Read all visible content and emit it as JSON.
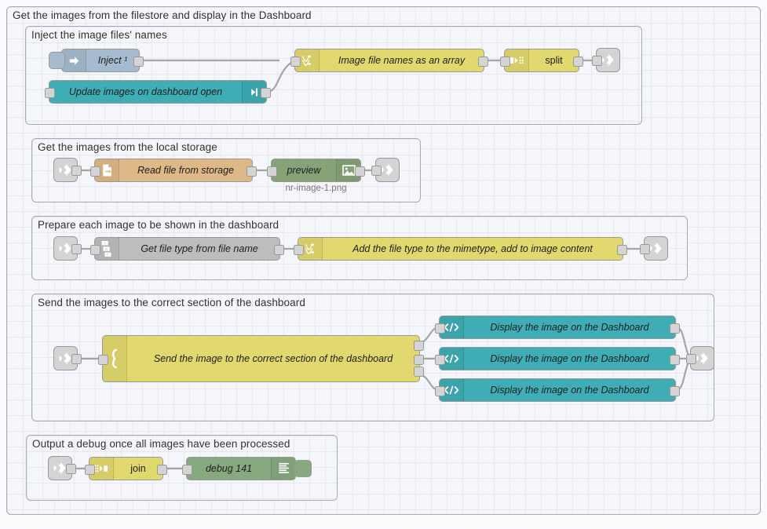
{
  "editor": {
    "app": "Node-RED flow editor",
    "canvas_name": "flow-canvas"
  },
  "groups": [
    {
      "id": "outer",
      "label": "Get the images from the filestore and display in the Dashboard"
    },
    {
      "id": "inject",
      "label": "Inject the image files' names"
    },
    {
      "id": "storage",
      "label": "Get the images from the local storage"
    },
    {
      "id": "prepare",
      "label": "Prepare each image to be shown in the dashboard"
    },
    {
      "id": "send",
      "label": "Send the images to the correct section of the dashboard"
    },
    {
      "id": "output",
      "label": "Output a debug once all images have been processed"
    }
  ],
  "nodes": {
    "inject_1": {
      "label": "Inject ¹",
      "icon": "inject-arrow-icon",
      "color": "#a6bbcf"
    },
    "ui_control": {
      "label": "Update images on dashboard open",
      "icon": "dashboard-arrow-icon",
      "color": "#3fadb5"
    },
    "fn_filenames": {
      "label": "Image file names as an array",
      "icon": "function-icon",
      "color": "#e2d96e"
    },
    "split": {
      "label": "split",
      "icon": "split-icon",
      "color": "#e2d96e"
    },
    "link_out_1": {
      "label": "",
      "icon": "link-out-icon",
      "color": "#d4d4d4"
    },
    "link_in_2": {
      "label": "",
      "icon": "link-in-icon",
      "color": "#d4d4d4"
    },
    "file_in": {
      "label": "Read file from storage",
      "icon": "file-icon",
      "color": "#deb887"
    },
    "preview": {
      "label": "preview",
      "icon": "image-preview-icon",
      "color": "#86a377",
      "sublabel": "nr-image-1.png"
    },
    "link_out_2": {
      "label": "",
      "icon": "link-out-icon",
      "color": "#d4d4d4"
    },
    "link_in_3": {
      "label": "",
      "icon": "link-in-icon",
      "color": "#d4d4d4"
    },
    "change": {
      "label": "Get file type from file name",
      "icon": "change-abc-icon",
      "color": "#bdbdbd"
    },
    "fn_mimetype": {
      "label": "Add the file type to the mimetype, add to image content",
      "icon": "function-icon",
      "color": "#e2d96e"
    },
    "link_out_3": {
      "label": "",
      "icon": "link-out-icon",
      "color": "#d4d4d4"
    },
    "link_in_4": {
      "label": "",
      "icon": "link-in-icon",
      "color": "#d4d4d4"
    },
    "switch": {
      "label": "Send the image to the correct section of the dashboard",
      "icon": "switch-icon",
      "color": "#e2d96e"
    },
    "template_1": {
      "label": "Display the image on the Dashboard",
      "icon": "template-code-icon",
      "color": "#3fadb5"
    },
    "template_2": {
      "label": "Display the image on the Dashboard",
      "icon": "template-code-icon",
      "color": "#3fadb5"
    },
    "template_3": {
      "label": "Display the image on the Dashboard",
      "icon": "template-code-icon",
      "color": "#3fadb5"
    },
    "link_out_4": {
      "label": "",
      "icon": "link-out-icon",
      "color": "#d4d4d4"
    },
    "link_in_5": {
      "label": "",
      "icon": "link-in-icon",
      "color": "#d4d4d4"
    },
    "join": {
      "label": "join",
      "icon": "join-icon",
      "color": "#e2d96e"
    },
    "debug": {
      "label": "debug 141",
      "icon": "debug-lines-icon",
      "color": "#87a980"
    }
  },
  "colors": {
    "canvas_bg": "#fbfbfe",
    "group_bg": "#f5f6fa",
    "group_border": "#a8a8bd",
    "wire": "#a5a5a5",
    "node_border": "#999999",
    "port": "#d4d4d4"
  }
}
